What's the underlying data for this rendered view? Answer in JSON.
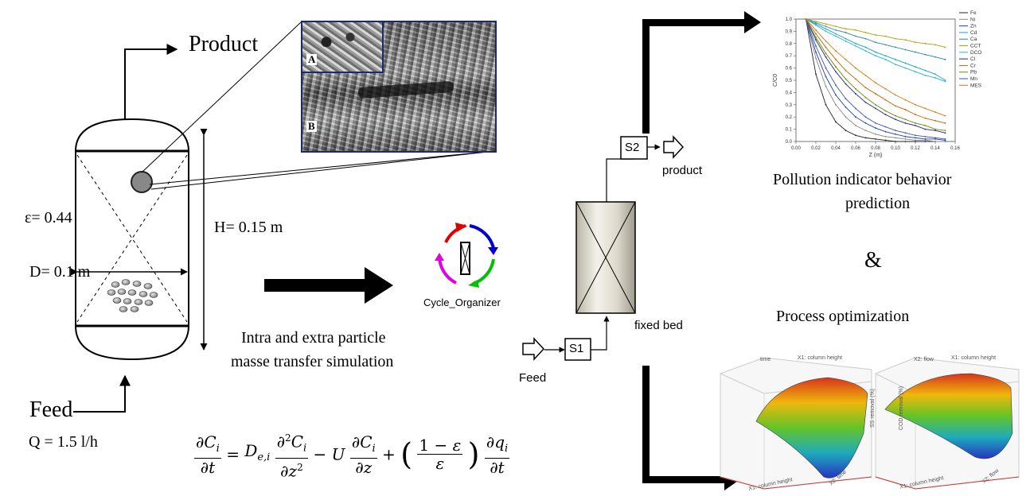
{
  "reactor": {
    "product_label": "Product",
    "feed_label": "Feed",
    "porosity_label": "ε= 0.44",
    "diameter_label": "D= 0.1 m",
    "height_label": "H= 0.15 m",
    "flow_label": "Q = 1.5 l/h"
  },
  "sem": {
    "label_a": "A",
    "label_b": "B"
  },
  "simulation": {
    "line1": "Intra and extra particle",
    "line2": "masse transfer simulation",
    "cycle_label": "Cycle_Organizer"
  },
  "flowsheet": {
    "s1_label": "S1",
    "s2_label": "S2",
    "feed_label": "Feed",
    "product_label": "product",
    "bed_label": "fixed bed"
  },
  "outputs": {
    "prediction_line1": "Pollution indicator behavior",
    "prediction_line2": "prediction",
    "ampersand": "&",
    "optimization_label": "Process optimization"
  },
  "chart_data": [
    {
      "type": "line",
      "xlabel": "Z (m)",
      "ylabel": "C/C0",
      "xlim": [
        0.0,
        0.16
      ],
      "ylim": [
        0.0,
        1.0
      ],
      "x_ticks": [
        "0.00",
        "0.02",
        "0.04",
        "0.06",
        "0.08",
        "0.10",
        "0.12",
        "0.14",
        "0.16"
      ],
      "y_ticks": [
        "0.0",
        "0.1",
        "0.2",
        "0.3",
        "0.4",
        "0.5",
        "0.6",
        "0.7",
        "0.8",
        "0.9",
        "1.0"
      ],
      "legend_position": "top-right",
      "x": [
        0.01,
        0.02,
        0.03,
        0.04,
        0.05,
        0.06,
        0.07,
        0.08,
        0.09,
        0.1,
        0.11,
        0.12,
        0.13,
        0.14,
        0.15
      ],
      "series": [
        {
          "name": "Fe",
          "color": "#222222",
          "values": [
            1.0,
            0.55,
            0.3,
            0.16,
            0.09,
            0.05,
            0.03,
            0.02,
            0.01,
            0.0,
            0.0,
            0.0,
            0.0,
            0.0,
            0.0
          ]
        },
        {
          "name": "Ni",
          "color": "#888888",
          "values": [
            1.0,
            0.68,
            0.45,
            0.3,
            0.2,
            0.13,
            0.09,
            0.06,
            0.04,
            0.03,
            0.02,
            0.01,
            0.01,
            0.0,
            0.0
          ]
        },
        {
          "name": "Zn",
          "color": "#1f3fb0",
          "values": [
            1.0,
            0.73,
            0.53,
            0.38,
            0.28,
            0.2,
            0.15,
            0.11,
            0.08,
            0.06,
            0.04,
            0.03,
            0.02,
            0.02,
            0.01
          ]
        },
        {
          "name": "Cd",
          "color": "#1aa0c8",
          "values": [
            1.0,
            0.96,
            0.92,
            0.88,
            0.84,
            0.8,
            0.77,
            0.73,
            0.7,
            0.67,
            0.64,
            0.61,
            0.58,
            0.55,
            0.5
          ]
        },
        {
          "name": "Ca",
          "color": "#2a8a9a",
          "values": [
            1.0,
            0.97,
            0.94,
            0.91,
            0.89,
            0.86,
            0.84,
            0.81,
            0.79,
            0.77,
            0.75,
            0.73,
            0.71,
            0.69,
            0.67
          ]
        },
        {
          "name": "CCT",
          "color": "#b0a000",
          "values": [
            1.0,
            0.98,
            0.96,
            0.94,
            0.92,
            0.91,
            0.89,
            0.87,
            0.86,
            0.84,
            0.83,
            0.81,
            0.8,
            0.79,
            0.77
          ]
        },
        {
          "name": "DCO",
          "color": "#29b0d8",
          "values": [
            1.0,
            0.95,
            0.9,
            0.86,
            0.82,
            0.78,
            0.74,
            0.7,
            0.67,
            0.63,
            0.6,
            0.57,
            0.54,
            0.52,
            0.49
          ]
        },
        {
          "name": "Cl",
          "color": "#1f2a80",
          "values": [
            1.0,
            0.83,
            0.69,
            0.57,
            0.47,
            0.39,
            0.32,
            0.27,
            0.22,
            0.18,
            0.15,
            0.13,
            0.1,
            0.09,
            0.07
          ]
        },
        {
          "name": "Cr",
          "color": "#c86400",
          "values": [
            1.0,
            0.88,
            0.77,
            0.67,
            0.58,
            0.51,
            0.44,
            0.39,
            0.34,
            0.29,
            0.26,
            0.22,
            0.19,
            0.17,
            0.15
          ]
        },
        {
          "name": "Pb",
          "color": "#6a8a00",
          "values": [
            1.0,
            0.85,
            0.72,
            0.61,
            0.51,
            0.43,
            0.36,
            0.3,
            0.25,
            0.21,
            0.18,
            0.15,
            0.13,
            0.1,
            0.09
          ]
        },
        {
          "name": "Mn",
          "color": "#3a55b0",
          "values": [
            1.0,
            0.78,
            0.6,
            0.46,
            0.35,
            0.27,
            0.2,
            0.15,
            0.12,
            0.09,
            0.07,
            0.05,
            0.04,
            0.03,
            0.02
          ]
        },
        {
          "name": "MES",
          "color": "#d07a10",
          "values": [
            1.0,
            0.91,
            0.82,
            0.74,
            0.67,
            0.6,
            0.54,
            0.48,
            0.43,
            0.38,
            0.34,
            0.3,
            0.27,
            0.24,
            0.21
          ]
        }
      ]
    }
  ],
  "surface_plots": [
    {
      "xlabel": "X1: column height",
      "ylabel": "X2: time",
      "zlabel": "SS removal (%)",
      "top_label": "X1: column height",
      "corner_label": "time"
    },
    {
      "xlabel": "X1: column height",
      "ylabel": "X2: flow",
      "zlabel": "COD removal (%)",
      "top_label": "X1: column height",
      "corner_label": "X2: flow"
    }
  ]
}
